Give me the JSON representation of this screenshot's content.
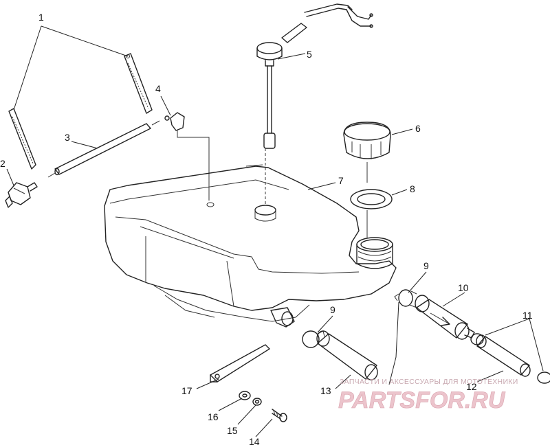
{
  "watermark": {
    "line1": "ЗАПЧАСТИ И АКСЕССУАРЫ ДЛЯ МОТОТЕХНИКИ",
    "line2": "PARTSFOR.RU"
  },
  "callouts": [
    {
      "id": "1a",
      "label": "1"
    },
    {
      "id": "2",
      "label": "2"
    },
    {
      "id": "3",
      "label": "3"
    },
    {
      "id": "4",
      "label": "4"
    },
    {
      "id": "5",
      "label": "5"
    },
    {
      "id": "6",
      "label": "6"
    },
    {
      "id": "7",
      "label": "7"
    },
    {
      "id": "8",
      "label": "8"
    },
    {
      "id": "9a",
      "label": "9"
    },
    {
      "id": "9b",
      "label": "9"
    },
    {
      "id": "10",
      "label": "10"
    },
    {
      "id": "11",
      "label": "11"
    },
    {
      "id": "12",
      "label": "12"
    },
    {
      "id": "13",
      "label": "13"
    },
    {
      "id": "14",
      "label": "14"
    },
    {
      "id": "15",
      "label": "15"
    },
    {
      "id": "16",
      "label": "16"
    },
    {
      "id": "17",
      "label": "17"
    }
  ]
}
